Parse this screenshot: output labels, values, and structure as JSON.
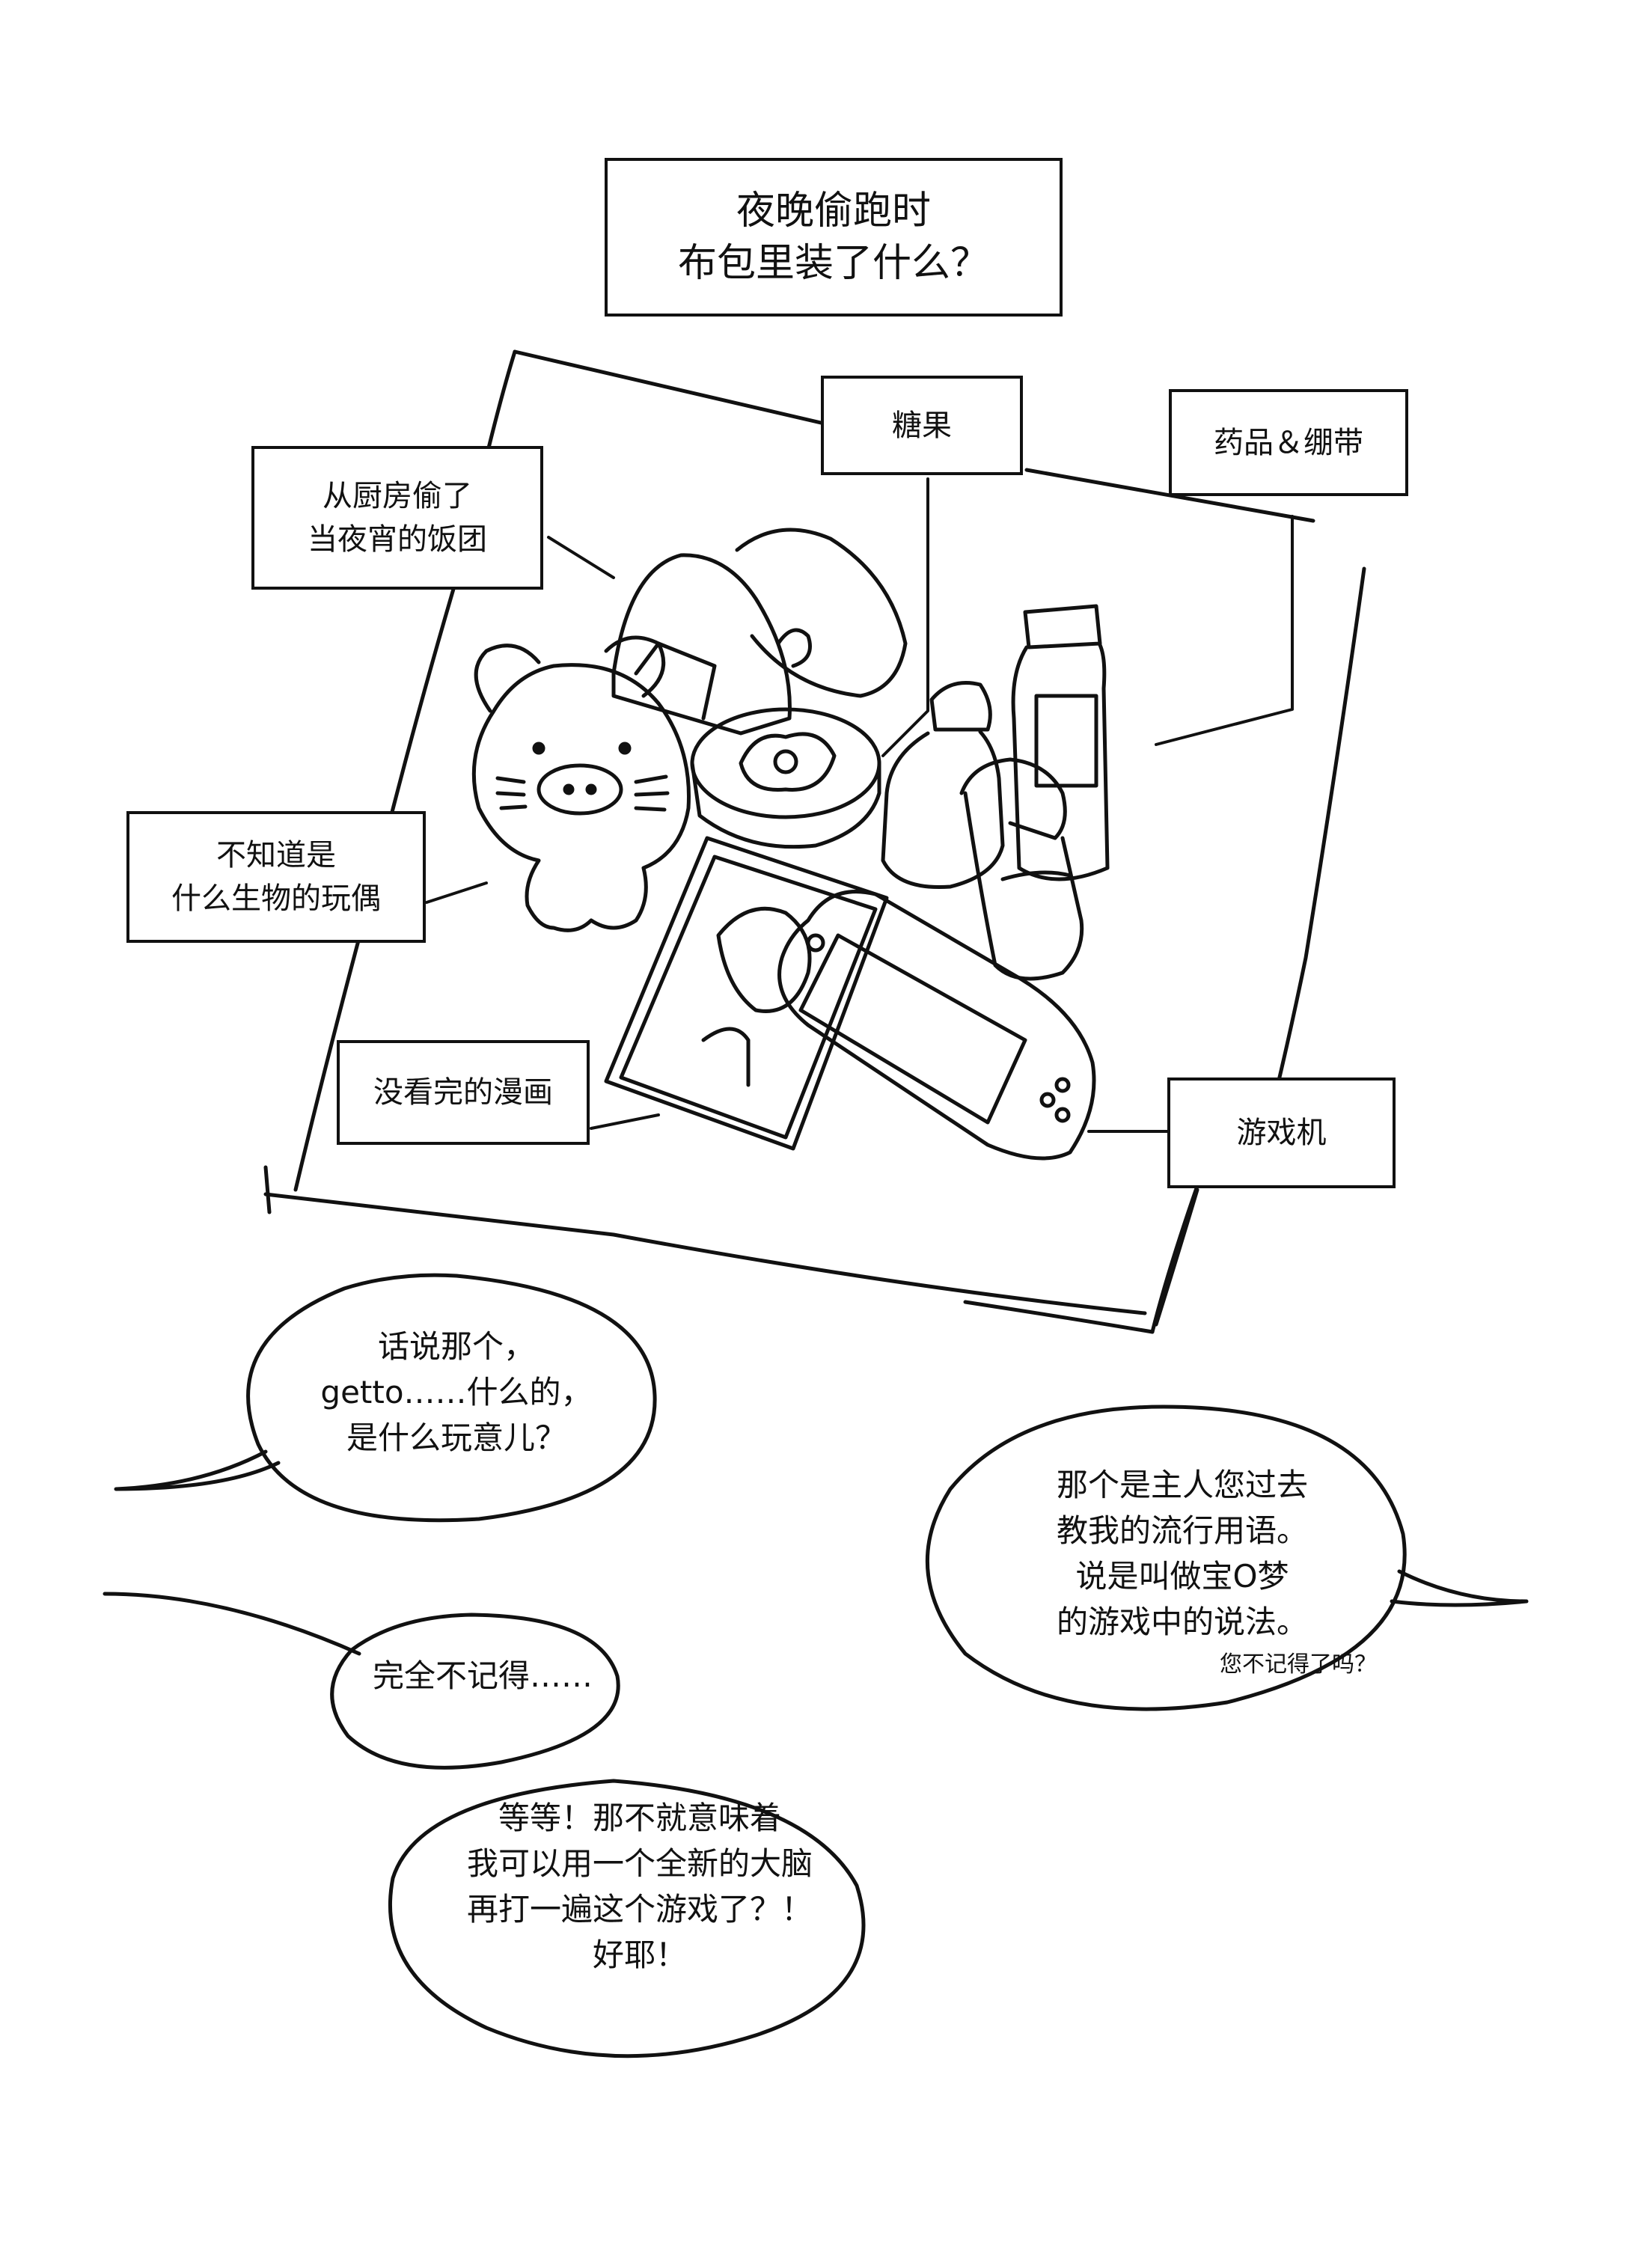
{
  "title": {
    "line1": "夜晚偷跑时",
    "line2": "布包里装了什么？"
  },
  "labels": {
    "candy": "糖果",
    "medicine": "药品＆绷带",
    "rice_ball": {
      "line1": "从厨房偷了",
      "line2": "当夜宵的饭团"
    },
    "doll": {
      "line1": "不知道是",
      "line2": "什么生物的玩偶"
    },
    "manga": "没看完的漫画",
    "game_console": "游戏机"
  },
  "bubbles": {
    "question": {
      "line1": "话说那个，",
      "line2": "getto……什么的，",
      "line3": "是什么玩意儿？"
    },
    "answer": {
      "line1": "那个是主人您过去",
      "line2": "教我的流行用语。",
      "line3": "说是叫做宝O梦",
      "line4": "的游戏中的说法。",
      "aside": "您不记得了吗？"
    },
    "forgot": "完全不记得……",
    "excited": {
      "line1": "等等！那不就意味着",
      "line2": "我可以用一个全新的大脑",
      "line3": "再打一遍这个游戏了？！",
      "line4": "好耶！"
    }
  }
}
